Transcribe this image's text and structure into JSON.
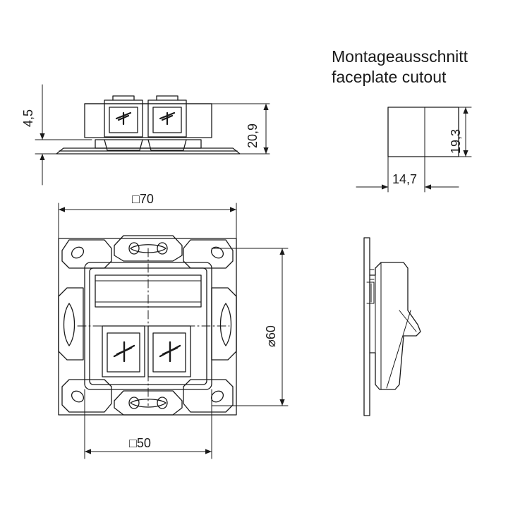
{
  "title": {
    "line1": "Montageausschnitt",
    "line2": "faceplate cutout"
  },
  "dimensions": {
    "top_left_height": "4,5",
    "top_right_height": "20,9",
    "cutout_height": "19,3",
    "cutout_width": "14,7",
    "outer_square_symbol": "□",
    "outer_square_value": "70",
    "inner_square_symbol": "□",
    "inner_square_value": "50",
    "diameter_symbol": "⌀",
    "diameter_value": "60"
  },
  "colors": {
    "line": "#1a1a1a",
    "background": "#ffffff"
  }
}
